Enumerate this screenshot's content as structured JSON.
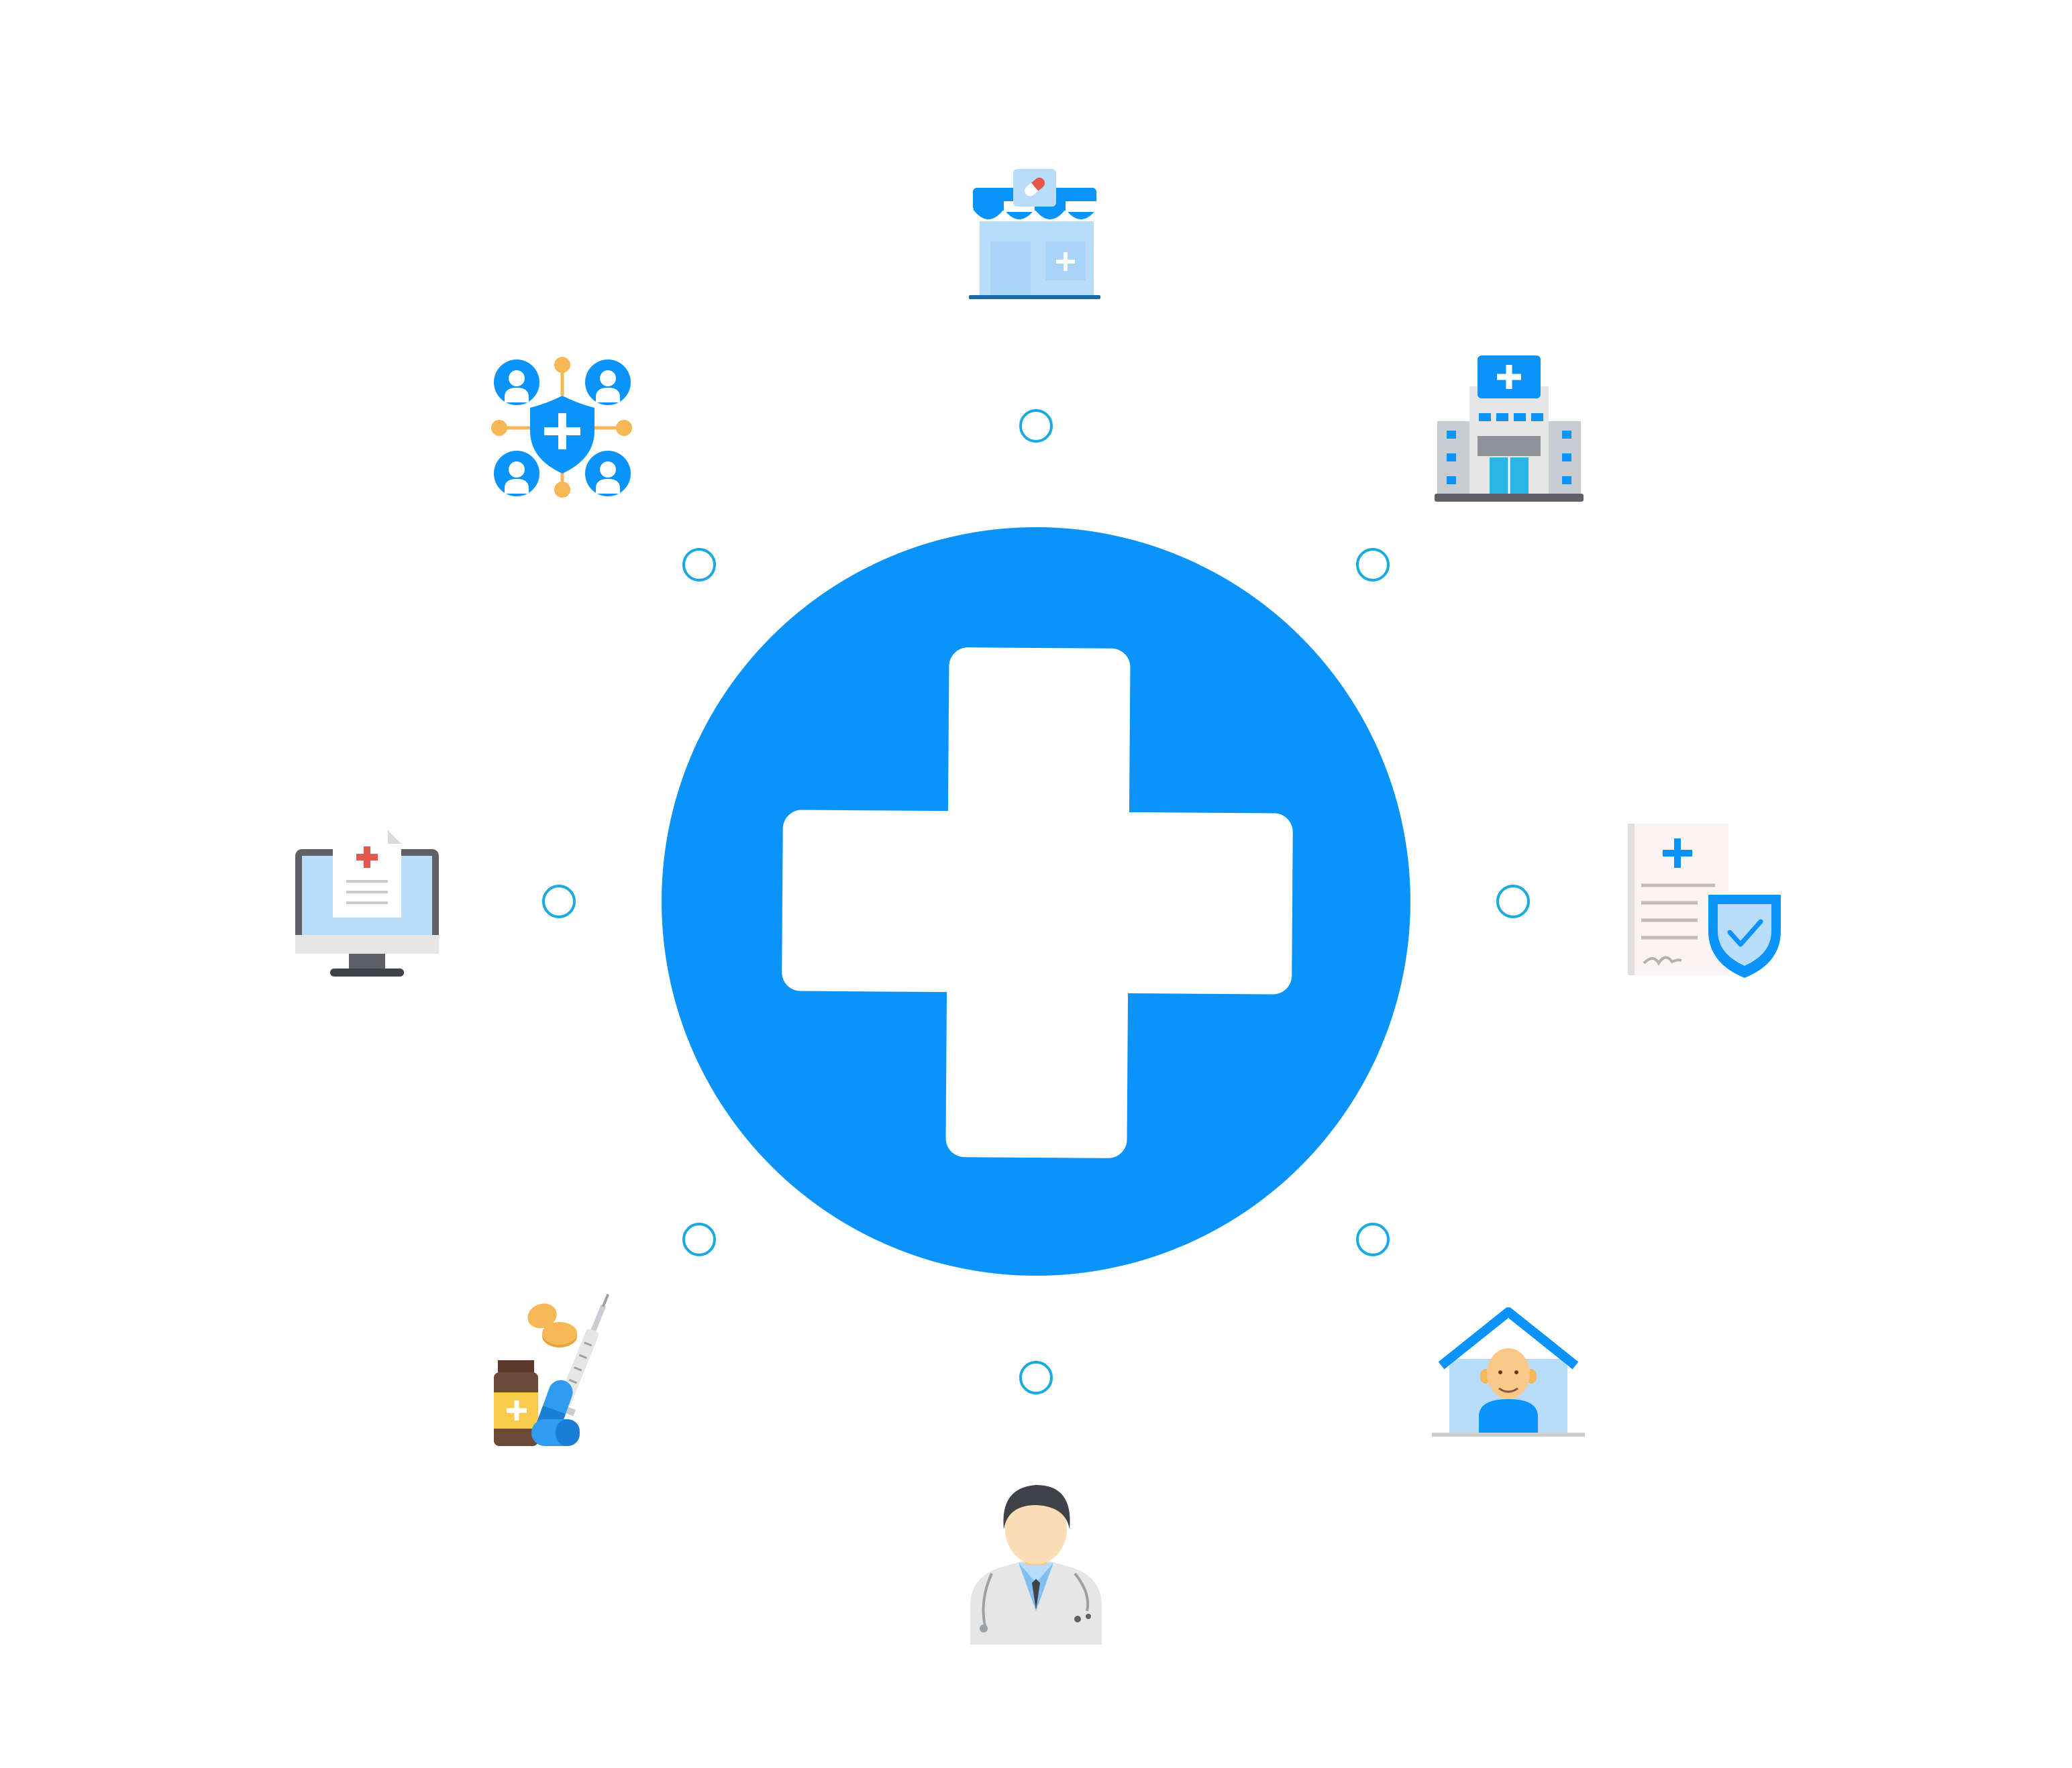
{
  "colors": {
    "primary": "#0A94FB",
    "light_blue": "#B8DDFB",
    "node_ring": "#1BA9E1",
    "grey_light": "#E6E6E6",
    "grey_mid": "#C9CDD1",
    "grey_dark": "#5F6166",
    "skin": "#F9DDB4",
    "hair": "#3F4247",
    "amber": "#F6B756",
    "bottle": "#6B4A3A",
    "label_yellow": "#F8CB4A",
    "red_cross": "#E4574B",
    "paper": "#FBF4F4"
  },
  "center": {
    "icon": "medical-cross-icon"
  },
  "nodes": [
    {
      "id": "pharmacy",
      "icon": "pharmacy-store-icon"
    },
    {
      "id": "hospital",
      "icon": "hospital-building-icon"
    },
    {
      "id": "insurance",
      "icon": "health-insurance-document-icon"
    },
    {
      "id": "home-care",
      "icon": "home-care-icon"
    },
    {
      "id": "doctor",
      "icon": "doctor-icon"
    },
    {
      "id": "medicine",
      "icon": "medicine-icon"
    },
    {
      "id": "telemedicine",
      "icon": "telemedicine-monitor-icon"
    },
    {
      "id": "health-network",
      "icon": "health-network-icon"
    }
  ]
}
